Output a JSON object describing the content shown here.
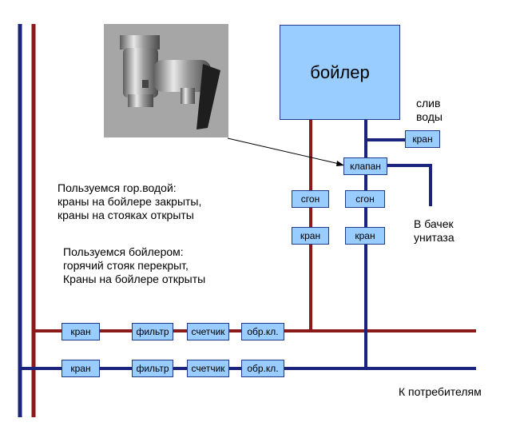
{
  "boiler_label": "бойлер",
  "components": {
    "valve_drain": "кран",
    "safety_valve": "клапан",
    "hot_union": "сгон",
    "cold_union": "сгон",
    "hot_tap": "кран",
    "cold_tap": "кран",
    "hot_main_tap": "кран",
    "hot_filter": "фильтр",
    "hot_meter": "счетчик",
    "hot_check": "обр.кл.",
    "cold_main_tap": "кран",
    "cold_filter": "фильтр",
    "cold_meter": "счетчик",
    "cold_check": "обр.кл."
  },
  "labels": {
    "drain_line1": "слив",
    "drain_line2": "воды",
    "tank_line1": "В бачек",
    "tank_line2": "унитаза",
    "consumers": "К потребителям"
  },
  "notes": {
    "hot_mode": [
      "Пользуемся гор.водой:",
      "краны на бойлере закрыты,",
      "краны на стояках открыты"
    ],
    "boiler_mode": [
      "Пользуемся бойлером:",
      "горячий стояк перекрыт,",
      "Краны на бойлере открыты"
    ]
  },
  "colors": {
    "hot_pipe": "#8b1a1a",
    "cold_pipe": "#1a237e",
    "box_fill": "#99ccff"
  }
}
